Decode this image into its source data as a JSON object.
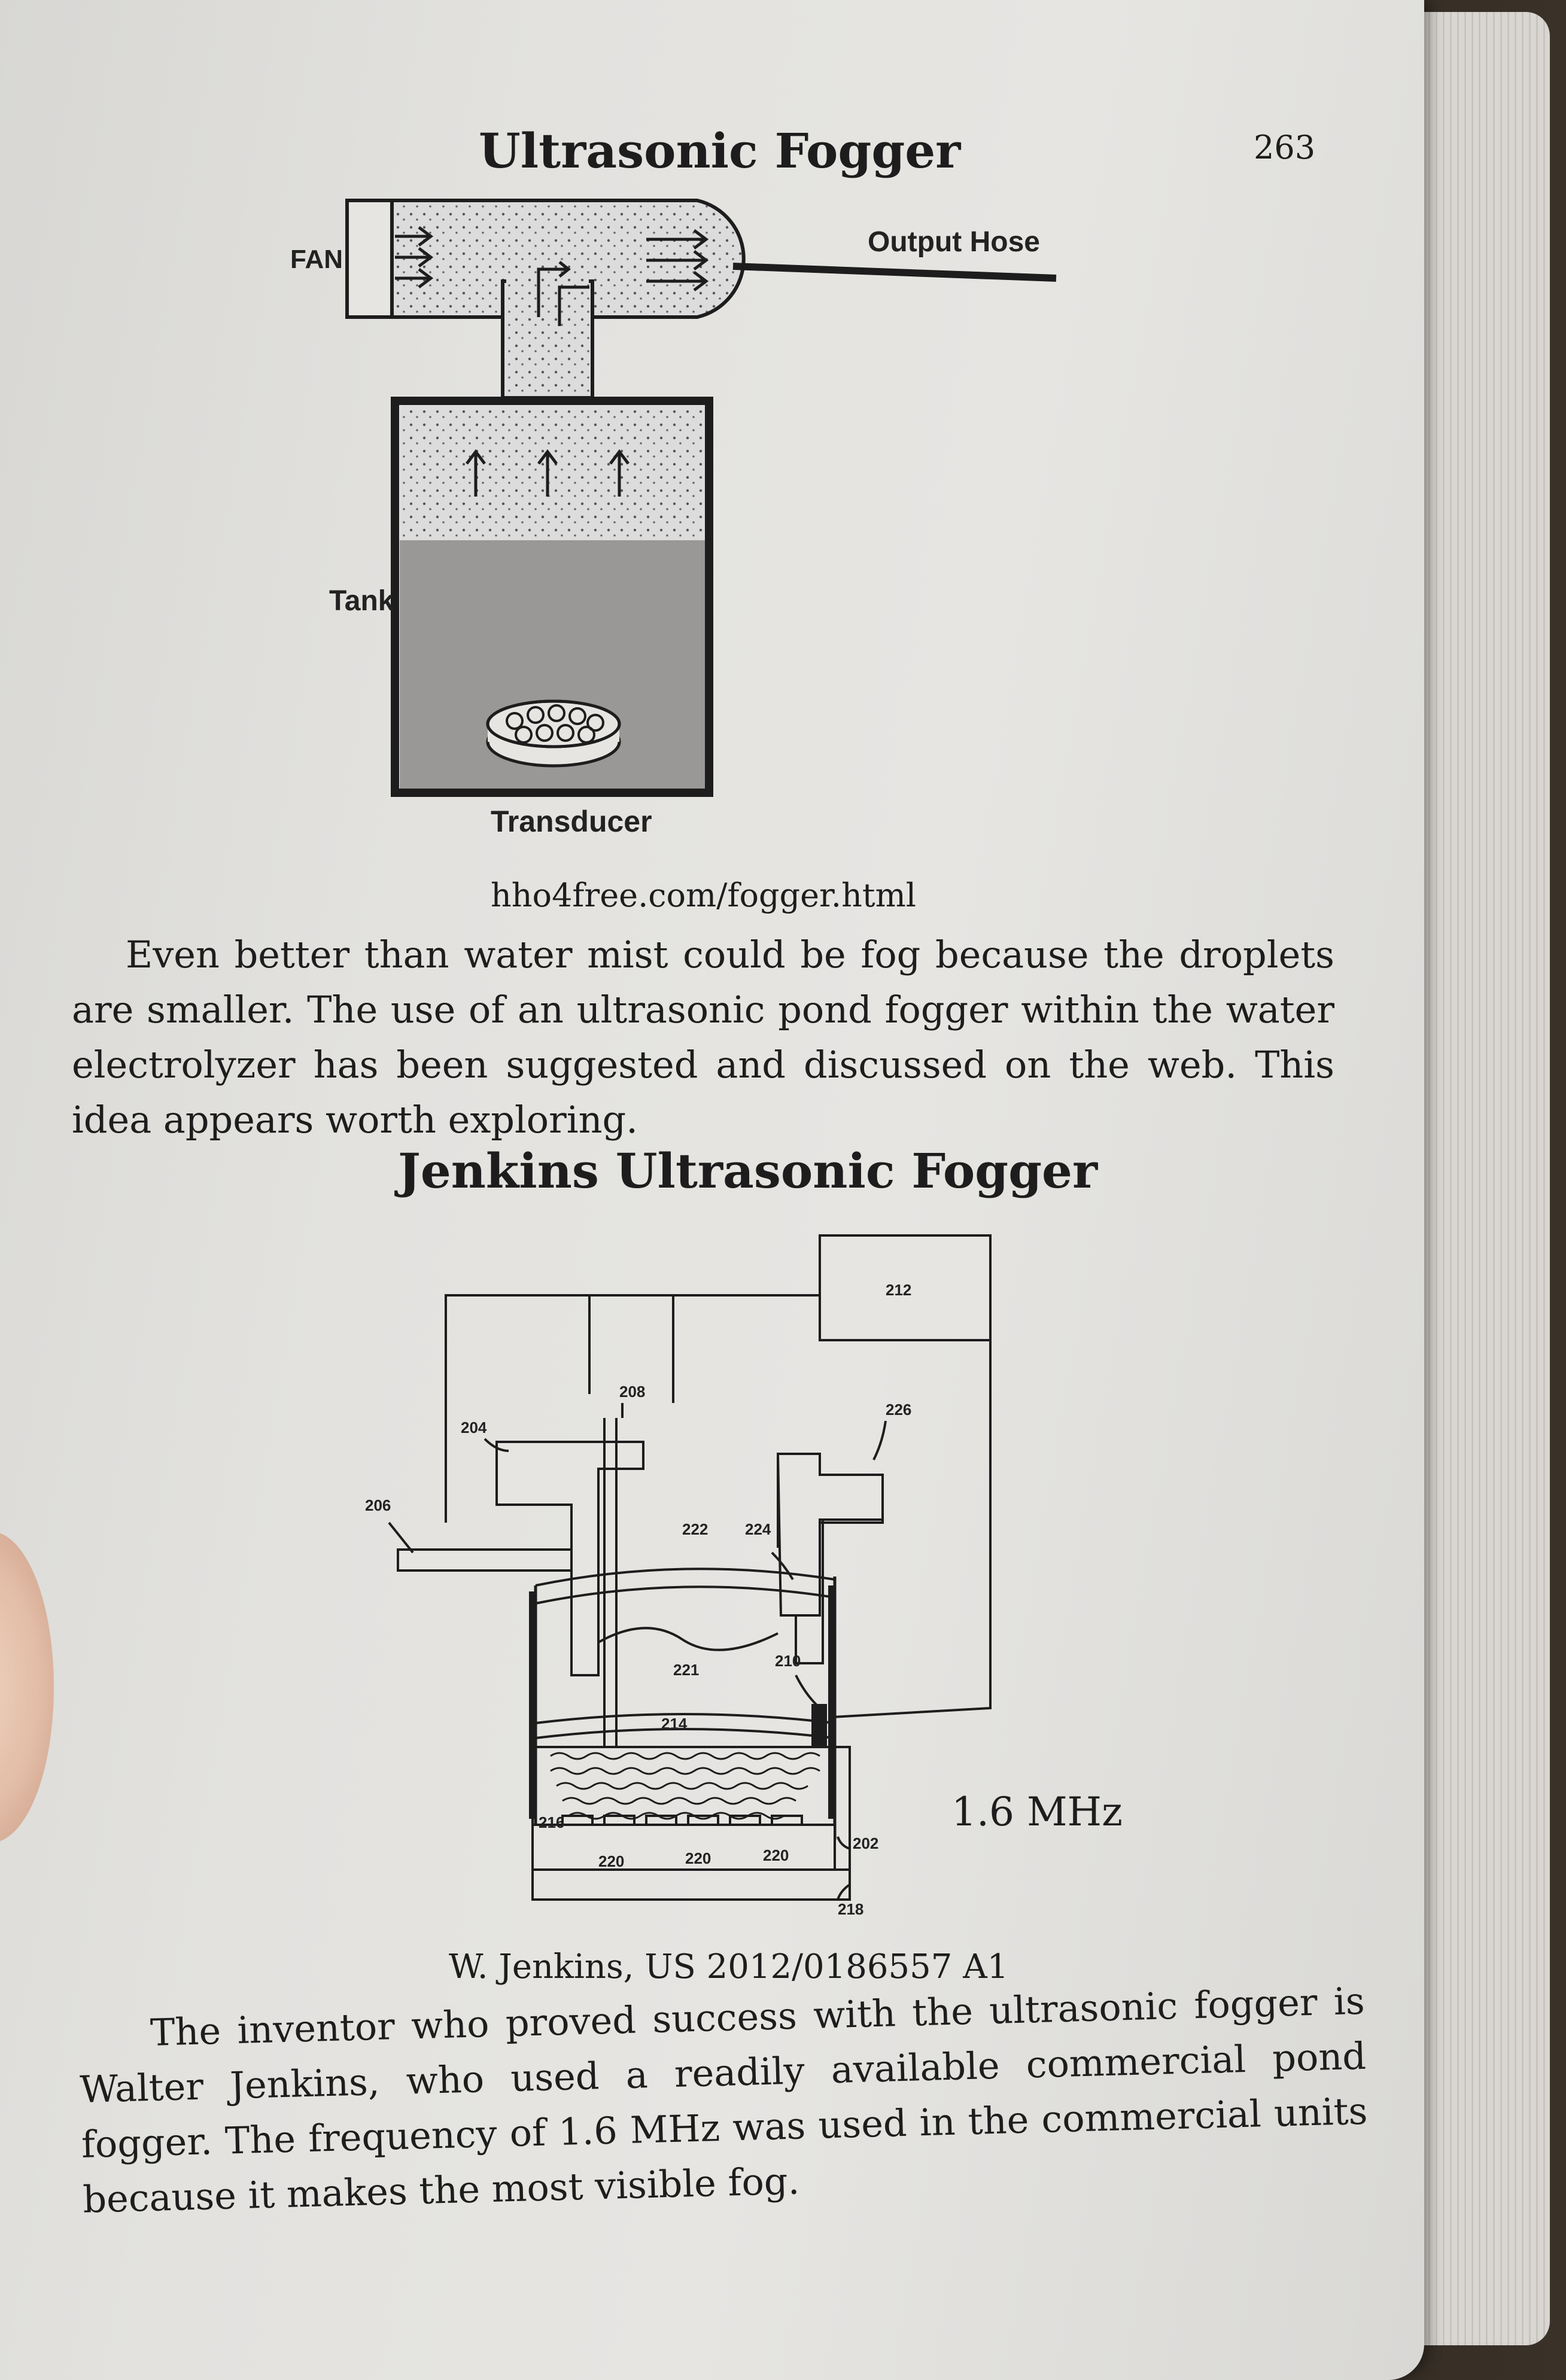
{
  "page_number": "263",
  "figure1": {
    "title": "Ultrasonic Fogger",
    "labels": {
      "fan": "FAN",
      "output_hose": "Output Hose",
      "tank": "Tank",
      "transducer": "Transducer"
    },
    "caption": "hho4free.com/fogger.html"
  },
  "paragraph1": "Even better than water mist could be fog because the droplets are smaller. The use of an ultrasonic pond fogger within the water electrolyzer has been suggested and discussed on the web. This idea appears worth exploring.",
  "figure2": {
    "title": "Jenkins Ultrasonic Fogger",
    "reference_numbers": {
      "n212": "212",
      "n208": "208",
      "n226": "226",
      "n204": "204",
      "n206": "206",
      "n222": "222",
      "n224": "224",
      "n221": "221",
      "n210": "210",
      "n214": "214",
      "n216": "216",
      "n220a": "220",
      "n220b": "220",
      "n220c": "220",
      "n202": "202",
      "n218": "218"
    },
    "frequency_label": "1.6 MHz",
    "caption": "W. Jenkins, US 2012/0186557 A1"
  },
  "paragraph2": "The inventor who proved success with the ultrasonic fogger is Walter Jenkins, who used a readily available commercial pond fogger. The frequency of 1.6 MHz was used in the commercial units because it makes the most visible fog."
}
